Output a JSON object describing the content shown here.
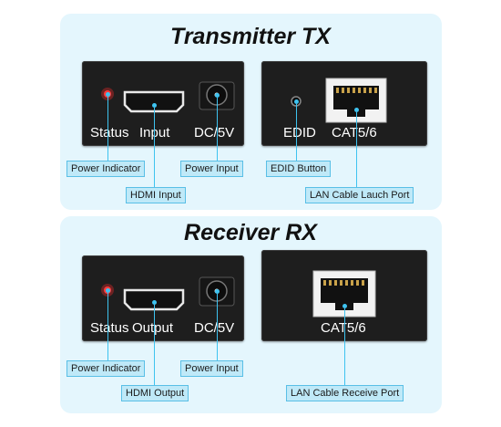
{
  "tx": {
    "title": "Transmitter TX",
    "panel_left": {
      "status": "Status",
      "input": "Input",
      "dc": "DC/5V"
    },
    "panel_right": {
      "edid": "EDID",
      "cat": "CAT5/6"
    },
    "labels": {
      "power_indicator": "Power Indicator",
      "hdmi_input": "HDMI Input",
      "power_input": "Power Input",
      "edid_button": "EDID Button",
      "lan_port": "LAN Cable Lauch Port"
    }
  },
  "rx": {
    "title": "Receiver RX",
    "panel_left": {
      "status": "Status",
      "output": "Output",
      "dc": "DC/5V"
    },
    "panel_right": {
      "cat": "CAT5/6"
    },
    "labels": {
      "power_indicator": "Power Indicator",
      "hdmi_output": "HDMI Output",
      "power_input": "Power Input",
      "lan_port": "LAN Cable Receive Port"
    }
  },
  "colors": {
    "section_bg": "#e4f6fd",
    "panel": "#1e1e1e",
    "accent": "#3ec3f0",
    "led": "#ff2a2a"
  }
}
